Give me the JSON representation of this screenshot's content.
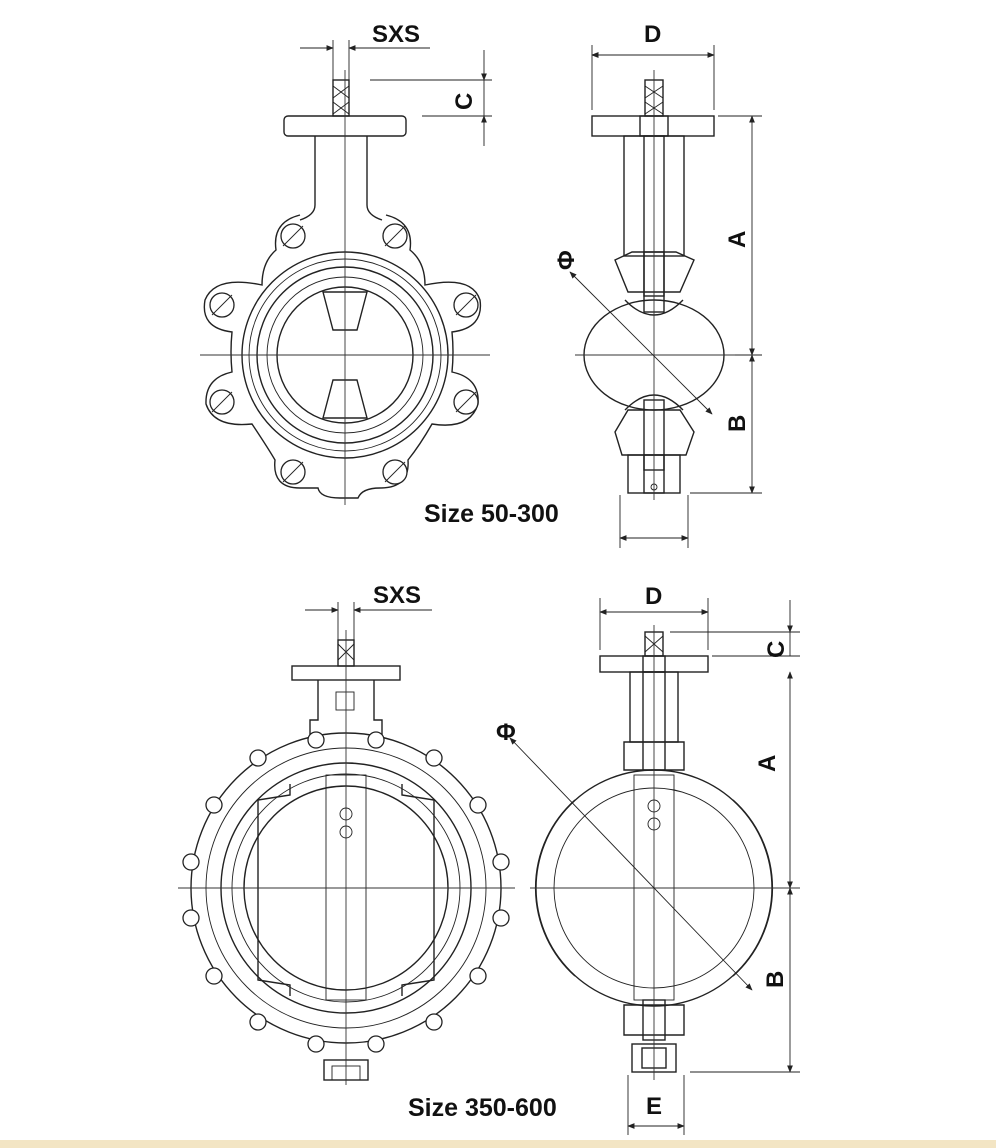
{
  "drawings": [
    {
      "caption": "Size 50-300",
      "labels": {
        "sxs": "SXS",
        "c": "C",
        "d": "D",
        "a": "A",
        "b": "B",
        "phi": "Φ"
      }
    },
    {
      "caption": "Size 350-600",
      "labels": {
        "sxs": "SXS",
        "c": "C",
        "d": "D",
        "a": "A",
        "b": "B",
        "phi": "Φ",
        "e": "E"
      }
    }
  ],
  "colors": {
    "line": "#222222",
    "background": "#ffffff",
    "footer_band": "#f3e5c4"
  }
}
